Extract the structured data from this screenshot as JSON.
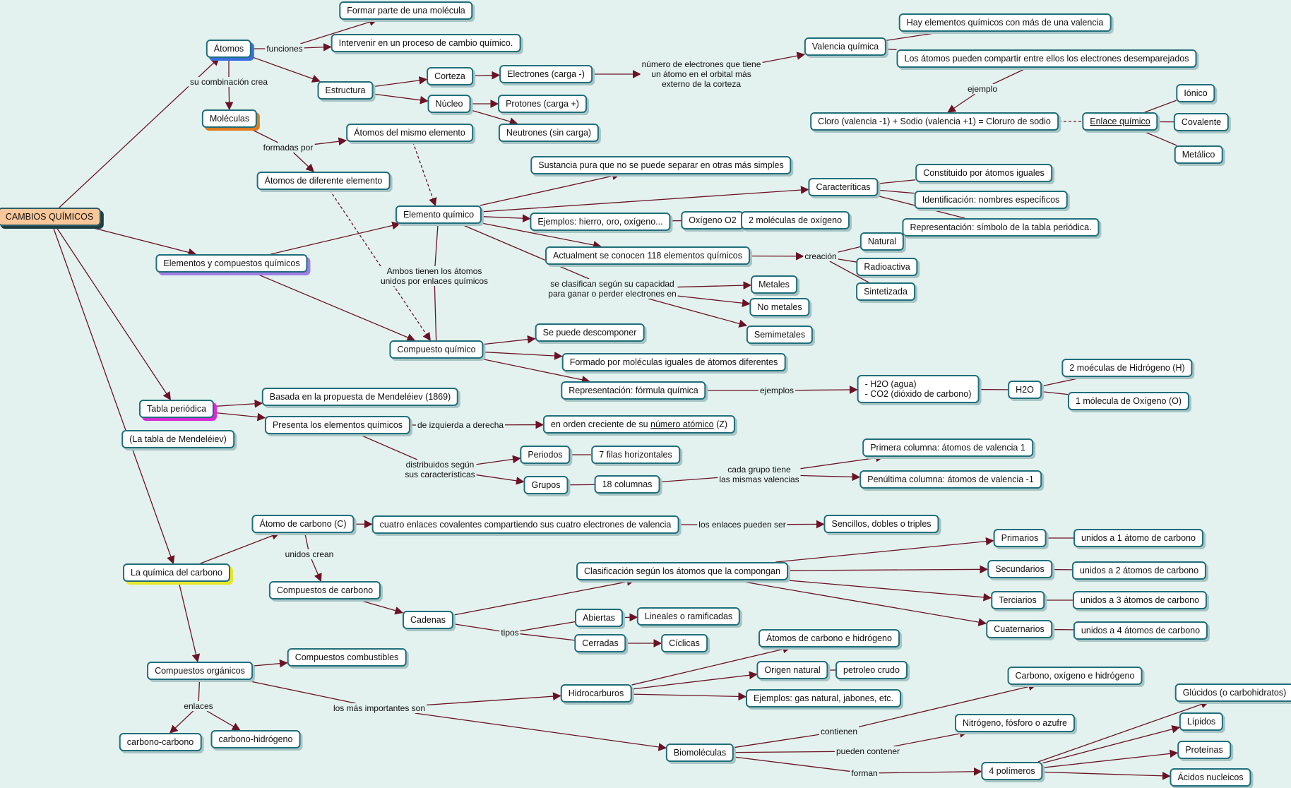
{
  "nodes": [
    {
      "id": "root",
      "text": "CAMBIOS QUÍMICOS",
      "style": "root"
    },
    {
      "id": "atomos",
      "text": "Átomos",
      "style": "ato"
    },
    {
      "id": "formar",
      "text": "Formar parte de una molécula"
    },
    {
      "id": "intervenir",
      "text": "Intervenir en un proceso de cambio químico."
    },
    {
      "id": "estructura",
      "text": "Estructura"
    },
    {
      "id": "corteza",
      "text": "Corteza"
    },
    {
      "id": "nucleo",
      "text": "Núcleo"
    },
    {
      "id": "electrones",
      "text": "Electrones (carga -)"
    },
    {
      "id": "protones",
      "text": "Protones (carga +)"
    },
    {
      "id": "neutrones",
      "text": "Neutrones (sin carga)"
    },
    {
      "id": "valencia",
      "text": "Valencia química"
    },
    {
      "id": "hay",
      "text": "Hay elementos químicos con más de una valencia"
    },
    {
      "id": "comparten",
      "text": "Los átomos pueden compartir entre ellos los electrones desemparejados"
    },
    {
      "id": "cloro",
      "text": "Cloro (valencia -1) + Sodio (valencia +1) = Cloruro de sodio"
    },
    {
      "id": "enlace",
      "text": "Enlace químico",
      "underline": true
    },
    {
      "id": "ionico",
      "text": "Iónico"
    },
    {
      "id": "covalente",
      "text": "Covalente"
    },
    {
      "id": "metalico",
      "text": "Metálico"
    },
    {
      "id": "moleculas",
      "text": "Moléculas",
      "style": "mol"
    },
    {
      "id": "mismo",
      "text": "Átomos del mismo elemento"
    },
    {
      "id": "diferente",
      "text": "Átomos de diferente elemento"
    },
    {
      "id": "sustancia",
      "text": "Sustancia pura que no se puede separar en otras más simples"
    },
    {
      "id": "caracteristicas",
      "text": "Caracteríticas"
    },
    {
      "id": "constituido",
      "text": "Constituido por átomos iguales"
    },
    {
      "id": "identificacion",
      "text": "Identificación: nombres específicos"
    },
    {
      "id": "representacion1",
      "text": "Representación: símbolo de la tabla periódica."
    },
    {
      "id": "elemento",
      "text": "Elemento químico"
    },
    {
      "id": "ejemplos1",
      "text": "Ejemplos: hierro, oro, oxígeno..."
    },
    {
      "id": "oxigeno",
      "text": "Oxígeno O2"
    },
    {
      "id": "dosmol",
      "text": "2 moléculas de oxígeno"
    },
    {
      "id": "actualment",
      "text": "Actualment se conocen 118 elementos químicos"
    },
    {
      "id": "natural",
      "text": "Natural"
    },
    {
      "id": "radioactiva",
      "text": "Radioactiva"
    },
    {
      "id": "sintetizada",
      "text": "Sintetizada"
    },
    {
      "id": "metales",
      "text": "Metales"
    },
    {
      "id": "nometales",
      "text": "No metales"
    },
    {
      "id": "semimetales",
      "text": "Semimetales"
    },
    {
      "id": "elementos",
      "text": "Elementos y compuestos químicos",
      "style": "elem"
    },
    {
      "id": "compuesto",
      "text": "Compuesto químico"
    },
    {
      "id": "descomponer",
      "text": "Se puede descomponer"
    },
    {
      "id": "formado",
      "text": "Formado por moléculas iguales de átomos diferentes"
    },
    {
      "id": "representacion2",
      "text": "Representación: fórmula química"
    },
    {
      "id": "h2oco2",
      "text": "- H2O (agua)\n- CO2 (dióxido de carbono)"
    },
    {
      "id": "h2o",
      "text": "H2O"
    },
    {
      "id": "hidrogeno2",
      "text": "2 moéculas de Hidrógeno (H)"
    },
    {
      "id": "oxigeno1",
      "text": "1 mólecula de Oxígeno (O)"
    },
    {
      "id": "tabla",
      "text": "Tabla periódica",
      "style": "tab"
    },
    {
      "id": "mendeleiev",
      "text": "(La tabla de Mendeléiev)"
    },
    {
      "id": "basada",
      "text": "Basada en la propuesta de Mendeléiev (1869)"
    },
    {
      "id": "presenta",
      "text": "Presenta los elementos químicos"
    },
    {
      "id": "orden",
      "text": "en orden creciente de su |número atómico| (Z)"
    },
    {
      "id": "periodos",
      "text": "Periodos"
    },
    {
      "id": "filas",
      "text": "7 filas horizontales"
    },
    {
      "id": "grupos",
      "text": "Grupos"
    },
    {
      "id": "columnas",
      "text": "18 columnas"
    },
    {
      "id": "primera",
      "text": "Primera columna: átomos de valencia 1"
    },
    {
      "id": "penultima",
      "text": "Penúltima columna: átomos de valencia -1"
    },
    {
      "id": "quimica",
      "text": "La química del carbono",
      "style": "carb"
    },
    {
      "id": "atomoc",
      "text": "Átomo de carbono (C)"
    },
    {
      "id": "cuatro",
      "text": "cuatro enlaces covalentes compartiendo sus cuatro electrones de valencia"
    },
    {
      "id": "sencillos",
      "text": "Sencillos, dobles o triples"
    },
    {
      "id": "compcarbono",
      "text": "Compuestos de carbono"
    },
    {
      "id": "cadenas",
      "text": "Cadenas"
    },
    {
      "id": "clasificacion",
      "text": "Clasificación según los átomos que la compongan"
    },
    {
      "id": "primarios",
      "text": "Primarios"
    },
    {
      "id": "secundarios",
      "text": "Secundarios"
    },
    {
      "id": "terciarios",
      "text": "Terciarios"
    },
    {
      "id": "cuaternarios",
      "text": "Cuaternarios"
    },
    {
      "id": "unidos1",
      "text": "unidos a 1 átomo de carbono"
    },
    {
      "id": "unidos2",
      "text": "unidos a 2 átomos de carbono"
    },
    {
      "id": "unidos3",
      "text": "unidos a 3 átomos de carbono"
    },
    {
      "id": "unidos4",
      "text": "unidos a 4 átomos de carbono"
    },
    {
      "id": "abiertas",
      "text": "Abiertas"
    },
    {
      "id": "cerradas",
      "text": "Cerradas"
    },
    {
      "id": "lineales",
      "text": "Lineales o ramificadas"
    },
    {
      "id": "ciclicas",
      "text": "Cíclicas"
    },
    {
      "id": "organicos",
      "text": "Compuestos orgánicos"
    },
    {
      "id": "combustibles",
      "text": "Compuestos combustibles"
    },
    {
      "id": "cc",
      "text": "carbono-carbono"
    },
    {
      "id": "ch",
      "text": "carbono-hidrógeno"
    },
    {
      "id": "hidrocarburos",
      "text": "Hidrocarburos"
    },
    {
      "id": "atomosch",
      "text": "Átomos de carbono e hidrógeno"
    },
    {
      "id": "origen",
      "text": "Origen natural"
    },
    {
      "id": "petroleo",
      "text": "petroleo crudo"
    },
    {
      "id": "ejemplos2",
      "text": "Ejemplos: gas natural, jabones, etc."
    },
    {
      "id": "biomoleculas",
      "text": "Biomoléculas"
    },
    {
      "id": "coh",
      "text": "Carbono, oxígeno e hidrógeno"
    },
    {
      "id": "nfs",
      "text": "Nitrógeno, fósforo o azufre"
    },
    {
      "id": "polimeros",
      "text": "4 polímeros"
    },
    {
      "id": "glucidos",
      "text": "Glúcidos (o carbohidratos)"
    },
    {
      "id": "lipidos",
      "text": "Lípidos"
    },
    {
      "id": "proteinas",
      "text": "Proteínas"
    },
    {
      "id": "acidos",
      "text": "Ácidos nucleicos"
    }
  ],
  "labels": [
    {
      "id": "funciones",
      "text": "funciones"
    },
    {
      "id": "combinacion",
      "text": "su combinación crea"
    },
    {
      "id": "formadas",
      "text": "formadas por"
    },
    {
      "id": "numero",
      "text": "número de electrones que tiene\nun átomo en el orbital más\nexterno de la corteza"
    },
    {
      "id": "ejemplo",
      "text": "ejemplo"
    },
    {
      "id": "ambos",
      "text": "Ambos tienen los átomos\nunidos por |enlaces químicos| "
    },
    {
      "id": "clasifican",
      "text": "se clasifican según su capacidad\npara ganar o perder electrones en"
    },
    {
      "id": "creacion",
      "text": "creación"
    },
    {
      "id": "ejemplos",
      "text": "ejemplos"
    },
    {
      "id": "izquierda",
      "text": "de izquierda a derecha"
    },
    {
      "id": "distribuidos",
      "text": "distribuidos según\nsus características"
    },
    {
      "id": "cadagrupo",
      "text": "cada grupo tiene\nlas mismas valencias"
    },
    {
      "id": "enlacespueden",
      "text": "los enlaces pueden ser"
    },
    {
      "id": "unidoscrean",
      "text": "unidos crean"
    },
    {
      "id": "tipos",
      "text": "tipos"
    },
    {
      "id": "enlaces",
      "text": "enlaces"
    },
    {
      "id": "masimportantes",
      "text": "los más importantes son"
    },
    {
      "id": "contienen",
      "text": "contienen"
    },
    {
      "id": "puedencontener",
      "text": "pueden contener"
    },
    {
      "id": "forman",
      "text": "forman"
    }
  ]
}
